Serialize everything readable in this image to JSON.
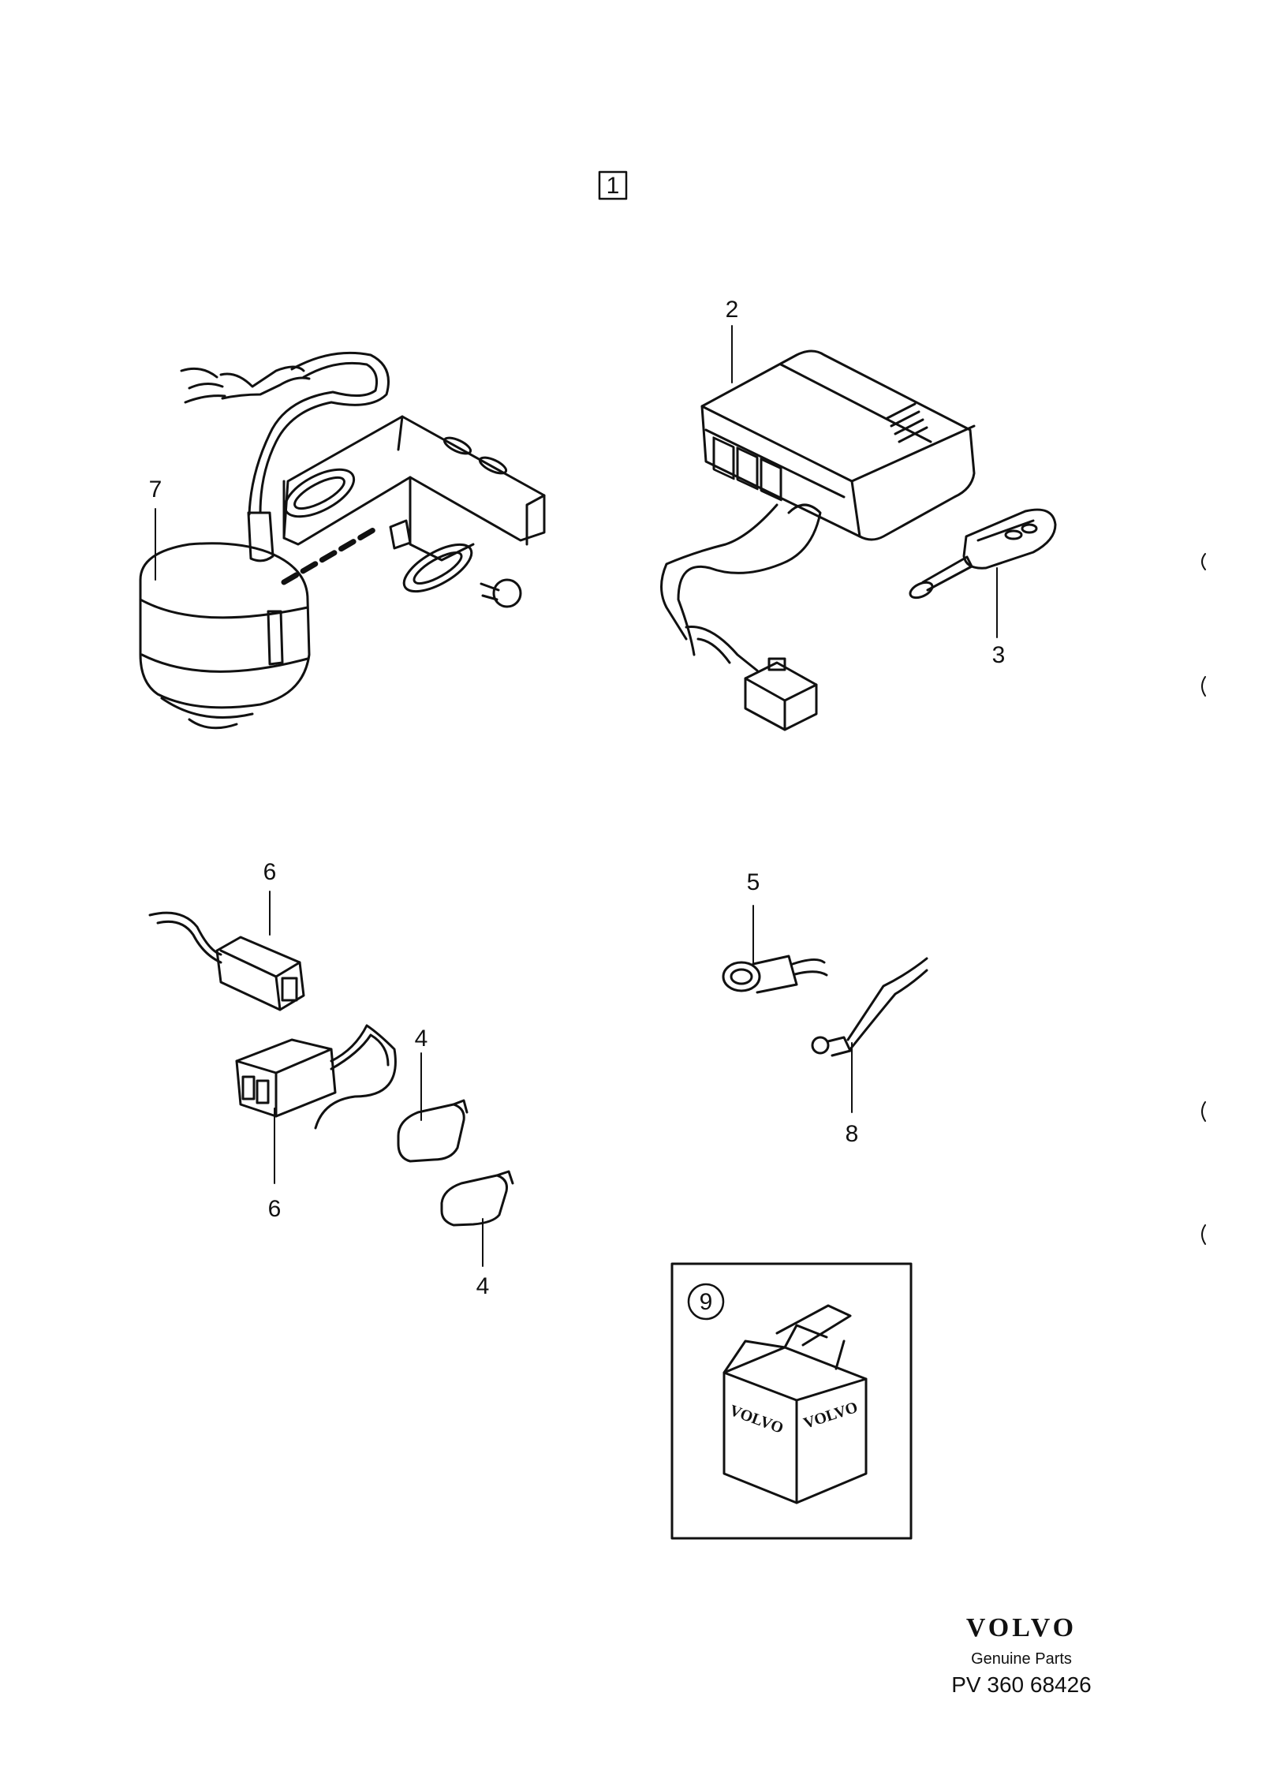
{
  "diagram": {
    "group_number": "1",
    "callouts": {
      "p2": "2",
      "p3": "3",
      "p4a": "4",
      "p4b": "4",
      "p5": "5",
      "p6a": "6",
      "p6b": "6",
      "p7": "7",
      "p8": "8",
      "p9": "9"
    },
    "kit_box_label": "VOLVO"
  },
  "footer": {
    "brand": "VOLVO",
    "subtitle": "Genuine Parts",
    "code": "PV 360 68426"
  }
}
